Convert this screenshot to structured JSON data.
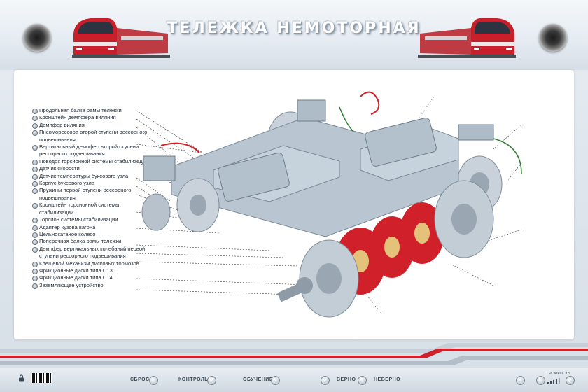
{
  "poster": {
    "title": "ТЕЛЕЖКА НЕМОТОРНАЯ"
  },
  "legend": {
    "items": [
      "Продольная балка рамы тележки",
      "Кронштейн демпфера виляния",
      "Демпфер виляния",
      "Пневморессора второй ступени рессорного подвешивания",
      "Вертикальный демпфер второй ступени рессорного подвешивания",
      "Поводок торсионной системы стабилизации",
      "Датчик скорости",
      "Датчик температуры буксового узла",
      "Корпус буксового узла",
      "Пружины первой ступени рессорного подвешивания",
      "Кронштейн торсионной системы стабилизации",
      "Торсион системы стабилизации",
      "Адаптер кузова вагона",
      "Цельнокатаное колесо",
      "Поперечная балка рамы тележки",
      "Демпфер вертикальных колебаний первой ступени рессорного подвешивания",
      "Клещевой механизм дисковых тормозов",
      "Фрикционные диски типа С13",
      "Фрикционные диски типа С14",
      "Заземляющее устройство"
    ]
  },
  "controls": {
    "reset": "СБРОС",
    "check": "КОНТРОЛЬ",
    "learn": "ОБУЧЕНИЕ",
    "correct": "ВЕРНО",
    "wrong": "НЕВЕРНО",
    "volume": "ГРОМКОСТЬ"
  },
  "colors": {
    "accent_red": "#d0202a",
    "frame_grey": "#b9c6d2",
    "wheel_grey": "#aab6c1"
  }
}
